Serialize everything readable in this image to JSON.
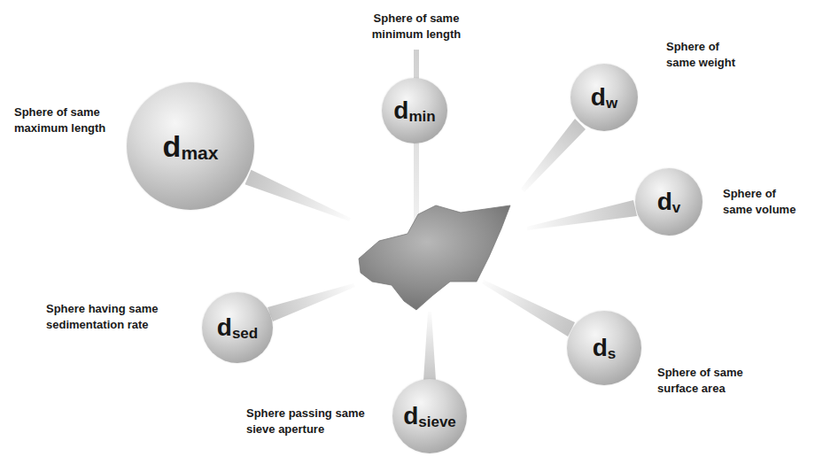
{
  "diagram": {
    "nodes": [
      {
        "text": [
          "Sphere of same minimum length",
          "d",
          "min"
        ]
      },
      {
        "text": [
          "Sphere of same maximum length",
          "d",
          "max"
        ]
      },
      {
        "text": [
          "Sphere of same weight",
          "d",
          "w"
        ]
      },
      {
        "text": [
          "Sphere of same volume",
          "d",
          "v"
        ]
      },
      {
        "text": [
          "Sphere having same sedimentation rate",
          "d",
          "sed"
        ]
      },
      {
        "text": [
          "Sphere of same surface area",
          "d",
          "s"
        ]
      },
      {
        "text": [
          "Sphere passing same sieve aperture",
          "d",
          "sieve"
        ]
      }
    ]
  }
}
